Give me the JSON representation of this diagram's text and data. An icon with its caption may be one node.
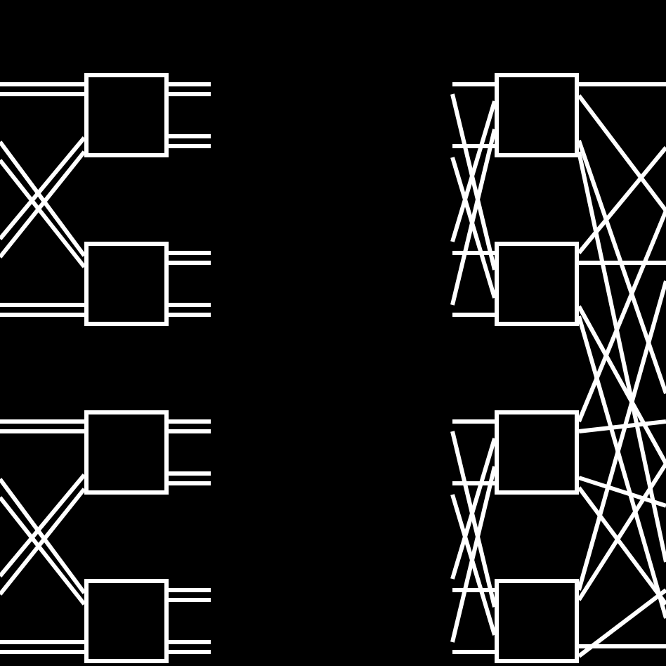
{
  "diagram": {
    "nodes": [
      {
        "text": [],
        "shape": "box"
      },
      {
        "text": [],
        "shape": "box"
      },
      {
        "text": [],
        "shape": "box"
      },
      {
        "text": [],
        "shape": "box"
      },
      {
        "text": [],
        "shape": "box"
      },
      {
        "text": [],
        "shape": "box"
      },
      {
        "text": [],
        "shape": "box"
      },
      {
        "text": [],
        "shape": "box"
      }
    ],
    "edges": [
      {
        "from": null,
        "to": 0,
        "arrow": "none"
      },
      {
        "from": null,
        "to": 0,
        "arrow": "none"
      },
      {
        "from": null,
        "to": 0,
        "arrow": "none"
      },
      {
        "from": null,
        "to": 0,
        "arrow": "none"
      },
      {
        "from": 0,
        "to": null,
        "arrow": "none"
      },
      {
        "from": 0,
        "to": null,
        "arrow": "none"
      },
      {
        "from": 0,
        "to": null,
        "arrow": "none"
      },
      {
        "from": 0,
        "to": null,
        "arrow": "none"
      },
      {
        "from": null,
        "to": 1,
        "arrow": "none"
      },
      {
        "from": null,
        "to": 1,
        "arrow": "none"
      },
      {
        "from": null,
        "to": 1,
        "arrow": "none"
      },
      {
        "from": null,
        "to": 1,
        "arrow": "none"
      },
      {
        "from": 1,
        "to": null,
        "arrow": "none"
      },
      {
        "from": 1,
        "to": null,
        "arrow": "none"
      },
      {
        "from": 1,
        "to": null,
        "arrow": "none"
      },
      {
        "from": 1,
        "to": null,
        "arrow": "none"
      },
      {
        "from": null,
        "to": 2,
        "arrow": "none"
      },
      {
        "from": null,
        "to": 2,
        "arrow": "none"
      },
      {
        "from": null,
        "to": 2,
        "arrow": "none"
      },
      {
        "from": null,
        "to": 2,
        "arrow": "none"
      },
      {
        "from": 2,
        "to": null,
        "arrow": "none"
      },
      {
        "from": 2,
        "to": null,
        "arrow": "none"
      },
      {
        "from": 2,
        "to": null,
        "arrow": "none"
      },
      {
        "from": 2,
        "to": null,
        "arrow": "none"
      },
      {
        "from": null,
        "to": 3,
        "arrow": "none"
      },
      {
        "from": null,
        "to": 3,
        "arrow": "none"
      },
      {
        "from": null,
        "to": 3,
        "arrow": "none"
      },
      {
        "from": null,
        "to": 3,
        "arrow": "none"
      },
      {
        "from": 3,
        "to": null,
        "arrow": "none"
      },
      {
        "from": 3,
        "to": null,
        "arrow": "none"
      },
      {
        "from": 3,
        "to": null,
        "arrow": "none"
      },
      {
        "from": 3,
        "to": null,
        "arrow": "none"
      },
      {
        "from": null,
        "to": 4,
        "arrow": "none"
      },
      {
        "from": null,
        "to": 4,
        "arrow": "none"
      },
      {
        "from": null,
        "to": 4,
        "arrow": "none"
      },
      {
        "from": null,
        "to": 4,
        "arrow": "none"
      },
      {
        "from": 4,
        "to": null,
        "arrow": "none"
      },
      {
        "from": 4,
        "to": null,
        "arrow": "none"
      },
      {
        "from": 4,
        "to": null,
        "arrow": "none"
      },
      {
        "from": 4,
        "to": null,
        "arrow": "none"
      },
      {
        "from": null,
        "to": 5,
        "arrow": "none"
      },
      {
        "from": null,
        "to": 5,
        "arrow": "none"
      },
      {
        "from": null,
        "to": 5,
        "arrow": "none"
      },
      {
        "from": null,
        "to": 5,
        "arrow": "none"
      },
      {
        "from": 5,
        "to": null,
        "arrow": "none"
      },
      {
        "from": 5,
        "to": null,
        "arrow": "none"
      },
      {
        "from": 5,
        "to": null,
        "arrow": "none"
      },
      {
        "from": 5,
        "to": null,
        "arrow": "none"
      },
      {
        "from": null,
        "to": 6,
        "arrow": "none"
      },
      {
        "from": null,
        "to": 6,
        "arrow": "none"
      },
      {
        "from": null,
        "to": 6,
        "arrow": "none"
      },
      {
        "from": null,
        "to": 6,
        "arrow": "none"
      },
      {
        "from": 6,
        "to": null,
        "arrow": "none"
      },
      {
        "from": 6,
        "to": null,
        "arrow": "none"
      },
      {
        "from": 6,
        "to": null,
        "arrow": "none"
      },
      {
        "from": 6,
        "to": null,
        "arrow": "none"
      },
      {
        "from": null,
        "to": 7,
        "arrow": "none"
      },
      {
        "from": null,
        "to": 7,
        "arrow": "none"
      },
      {
        "from": null,
        "to": 7,
        "arrow": "none"
      },
      {
        "from": null,
        "to": 7,
        "arrow": "none"
      },
      {
        "from": 7,
        "to": null,
        "arrow": "none"
      },
      {
        "from": 7,
        "to": null,
        "arrow": "none"
      },
      {
        "from": 7,
        "to": null,
        "arrow": "none"
      },
      {
        "from": 7,
        "to": null,
        "arrow": "none"
      }
    ]
  }
}
